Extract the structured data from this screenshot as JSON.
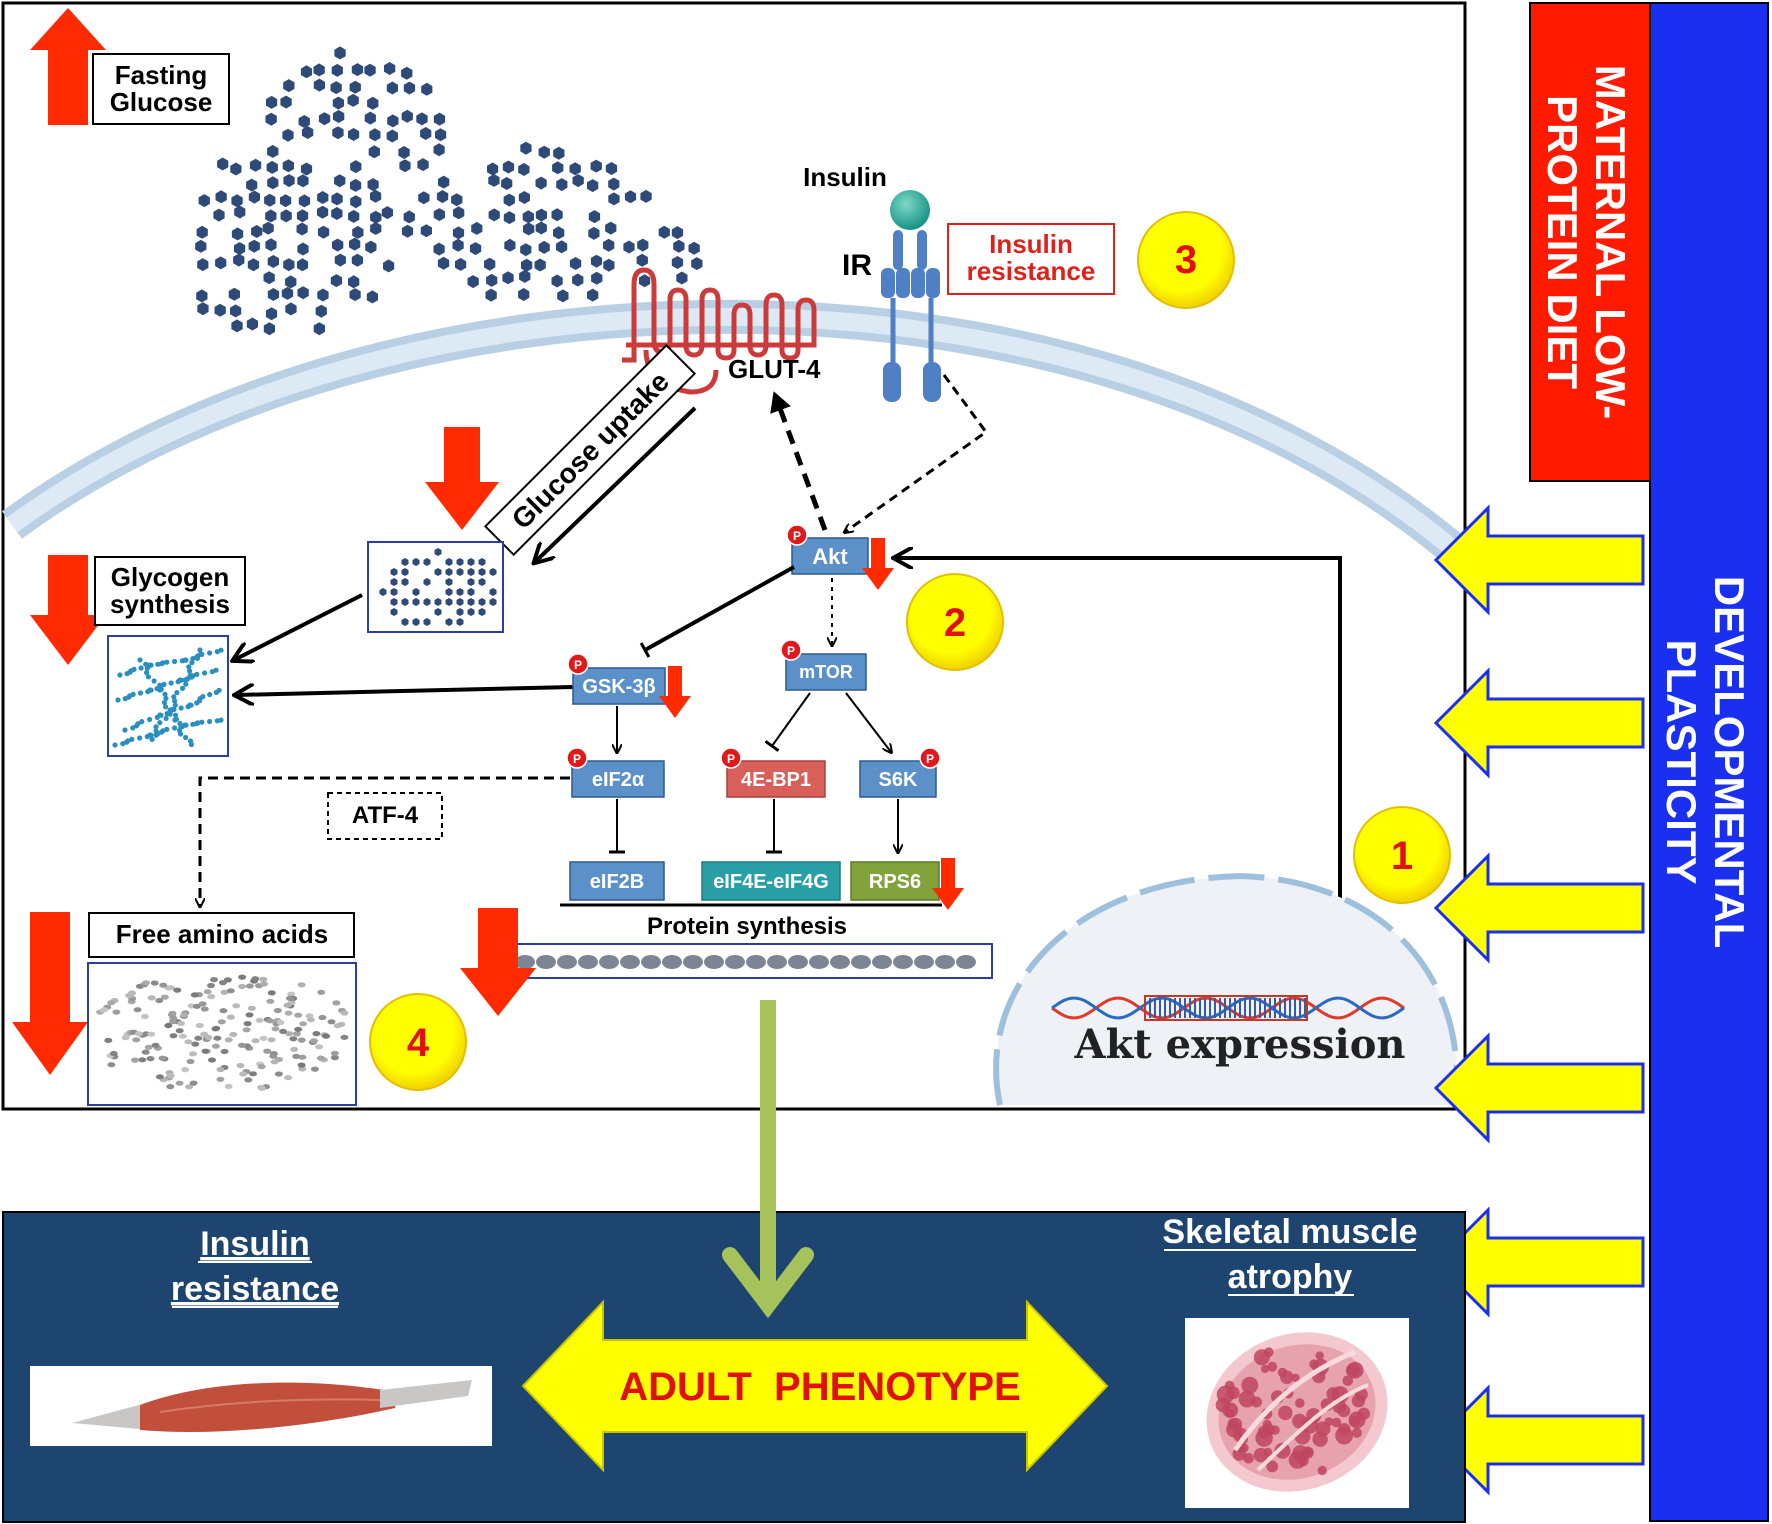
{
  "colors": {
    "red_arrow": "#ff2a00",
    "yellow": "#ffff00",
    "blue_bar": "#1a2ff0",
    "red_bar": "#ff1a00",
    "navy_panel": "#1e4470",
    "protein_box": "#5b90c8",
    "box_4ebp1": "#d9605a",
    "box_eif4e": "#2aa0a6",
    "box_rps6": "#82a23c",
    "green_arrow": "#a6c25a",
    "glucose_dot": "#2e4a78"
  },
  "labels": {
    "fasting_glucose": [
      "Fasting",
      "Glucose"
    ],
    "glycogen_synthesis": [
      "Glycogen",
      "synthesis"
    ],
    "glucose_uptake": "Glucose uptake",
    "glut4": "GLUT-4",
    "insulin": "Insulin",
    "ir": "IR",
    "insulin_resistance_box": [
      "Insulin",
      "resistance"
    ],
    "akt": "Akt",
    "gsk3b": "GSK-3β",
    "mtor": "mTOR",
    "eif2a": "eIF2α",
    "ebp1": "4E-BP1",
    "s6k": "S6K",
    "eif2b": "eIF2B",
    "eif4e": "eIF4E-eIF4G",
    "rps6": "RPS6",
    "atf4": "ATF-4",
    "free_amino_acids": "Free amino acids",
    "protein_synthesis": "Protein synthesis",
    "akt_expression": "Akt expression",
    "phospho": "P",
    "num1": "1",
    "num2": "2",
    "num3": "3",
    "num4": "4",
    "maternal_diet": [
      "MATERNAL LOW-",
      "PROTEIN DIET"
    ],
    "developmental_plasticity": [
      "DEVELOPMENTAL",
      "PLASTICITY"
    ],
    "bottom_insulin_resistance": [
      "Insulin",
      "resistance"
    ],
    "skeletal_muscle_atrophy": [
      "Skeletal muscle",
      "atrophy"
    ],
    "adult_phenotype": "ADULT  PHENOTYPE"
  }
}
